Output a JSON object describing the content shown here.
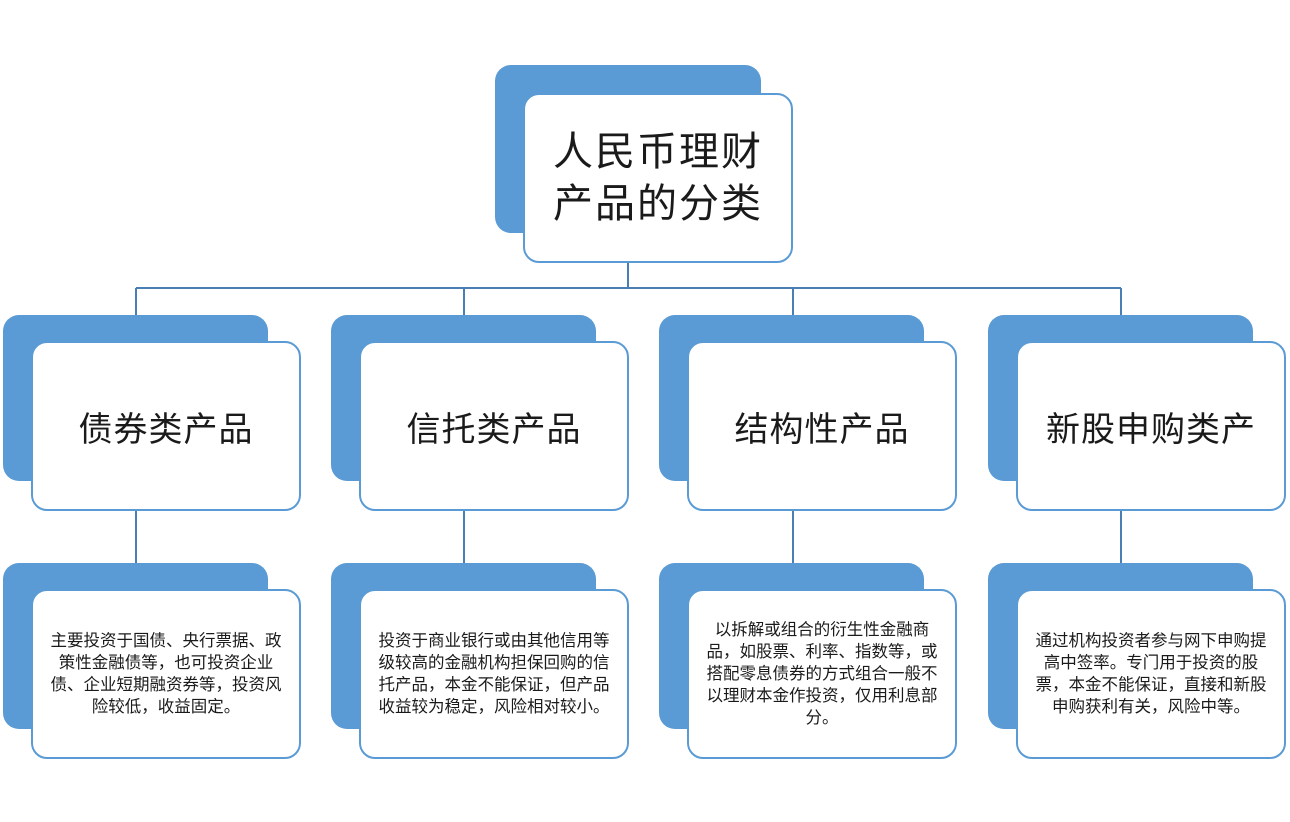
{
  "root": {
    "line1": "人民币理财",
    "line2": "产品的分类"
  },
  "categories": [
    {
      "title": "债券类产品",
      "desc": "主要投资于国债、央行票据、政策性金融债等，也可投资企业债、企业短期融资券等，投资风险较低，收益固定。"
    },
    {
      "title": "信托类产品",
      "desc": "投资于商业银行或由其他信用等级较高的金融机构担保回购的信托产品，本金不能保证，但产品收益较为稳定，风险相对较小。"
    },
    {
      "title": "结构性产品",
      "desc": "以拆解或组合的衍生性金融商品，如股票、利率、指数等，或搭配零息债券的方式组合一般不以理财本金作投资，仅用利息部分。"
    },
    {
      "title": "新股申购类产",
      "desc": "通过机构投资者参与网下申购提高中签率。专门用于投资的股票，本金不能保证，直接和新股申购获利有关，风险中等。"
    }
  ],
  "colors": {
    "accent": "#5b9bd5",
    "line": "#4a7fb5",
    "text": "#1a1a1a"
  }
}
